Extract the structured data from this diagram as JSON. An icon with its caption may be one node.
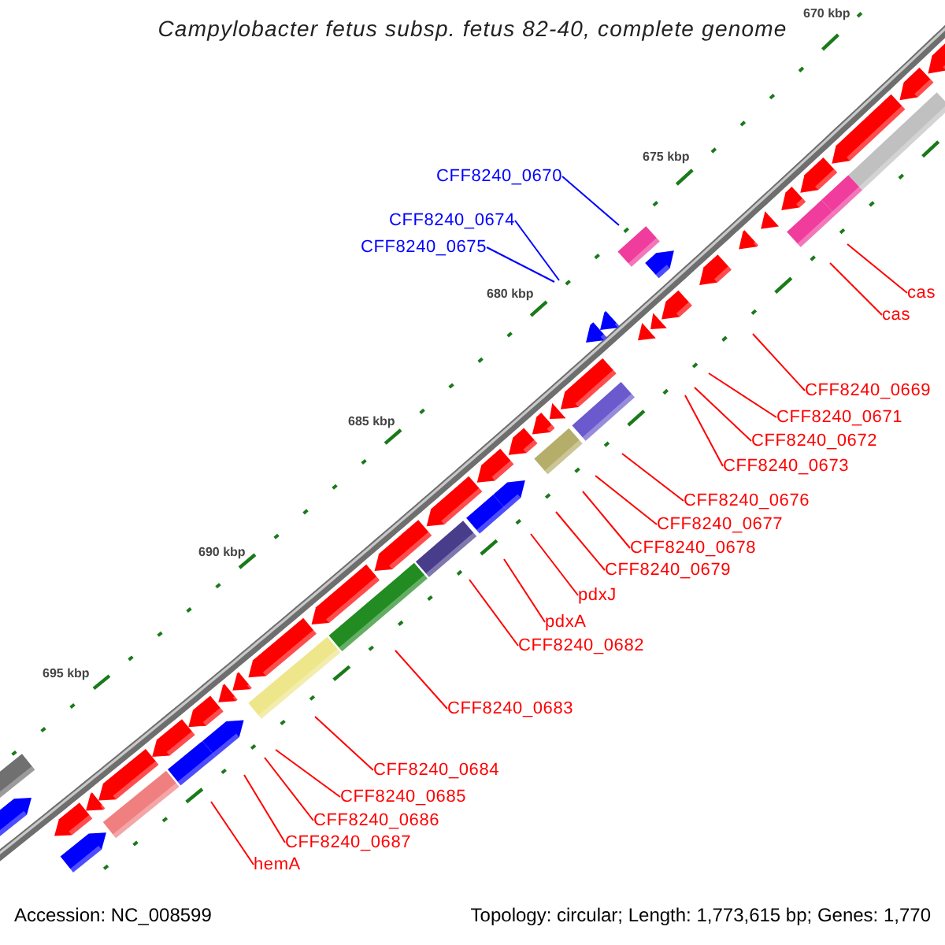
{
  "diagram": {
    "title": "Campylobacter fetus subsp. fetus 82-40, complete genome",
    "nodes": [
      {
        "text": [
          "CFF8240_0670"
        ]
      },
      {
        "text": [
          "CFF8240_0674"
        ]
      },
      {
        "text": [
          "CFF8240_0675"
        ]
      },
      {
        "text": [
          "cas"
        ]
      },
      {
        "text": [
          "cas"
        ]
      },
      {
        "text": [
          "CFF8240_0669"
        ]
      },
      {
        "text": [
          "CFF8240_0671"
        ]
      },
      {
        "text": [
          "CFF8240_0672"
        ]
      },
      {
        "text": [
          "CFF8240_0673"
        ]
      },
      {
        "text": [
          "CFF8240_0676"
        ]
      },
      {
        "text": [
          "CFF8240_0677"
        ]
      },
      {
        "text": [
          "CFF8240_0678"
        ]
      },
      {
        "text": [
          "CFF8240_0679"
        ]
      },
      {
        "text": [
          "pdxJ"
        ]
      },
      {
        "text": [
          "pdxA"
        ]
      },
      {
        "text": [
          "CFF8240_0682"
        ]
      },
      {
        "text": [
          "CFF8240_0683"
        ]
      },
      {
        "text": [
          "CFF8240_0684"
        ]
      },
      {
        "text": [
          "CFF8240_0685"
        ]
      },
      {
        "text": [
          "CFF8240_0686"
        ]
      },
      {
        "text": [
          "CFF8240_0687"
        ]
      },
      {
        "text": [
          "hemA"
        ]
      }
    ],
    "edges": [
      {
        "from": 0,
        "to": null,
        "arrow": "none",
        "color": "#0000ff"
      },
      {
        "from": 1,
        "to": null,
        "arrow": "none",
        "color": "#0000ff"
      },
      {
        "from": 2,
        "to": null,
        "arrow": "none",
        "color": "#0000ff"
      },
      {
        "from": 3,
        "to": null,
        "arrow": "none"
      },
      {
        "from": 4,
        "to": null,
        "arrow": "none"
      },
      {
        "from": 5,
        "to": null,
        "arrow": "none"
      },
      {
        "from": 6,
        "to": null,
        "arrow": "none"
      },
      {
        "from": 7,
        "to": null,
        "arrow": "none"
      },
      {
        "from": 8,
        "to": null,
        "arrow": "none"
      },
      {
        "from": 9,
        "to": null,
        "arrow": "none"
      },
      {
        "from": 10,
        "to": null,
        "arrow": "none"
      },
      {
        "from": 11,
        "to": null,
        "arrow": "none"
      },
      {
        "from": 12,
        "to": null,
        "arrow": "none"
      },
      {
        "from": 13,
        "to": null,
        "arrow": "none"
      },
      {
        "from": 14,
        "to": null,
        "arrow": "none"
      },
      {
        "from": 15,
        "to": null,
        "arrow": "none"
      },
      {
        "from": 16,
        "to": null,
        "arrow": "none"
      },
      {
        "from": 17,
        "to": null,
        "arrow": "none"
      },
      {
        "from": 18,
        "to": null,
        "arrow": "none"
      },
      {
        "from": 19,
        "to": null,
        "arrow": "none"
      },
      {
        "from": 20,
        "to": null,
        "arrow": "none"
      },
      {
        "from": 21,
        "to": null,
        "arrow": "none"
      }
    ],
    "labels": [
      "670 kbp",
      "675 kbp",
      "680 kbp",
      "685 kbp",
      "690 kbp",
      "695 kbp",
      "Accession: NC_008599",
      "Topology: circular; Length: 1,773,615 bp; Genes: 1,770"
    ]
  }
}
